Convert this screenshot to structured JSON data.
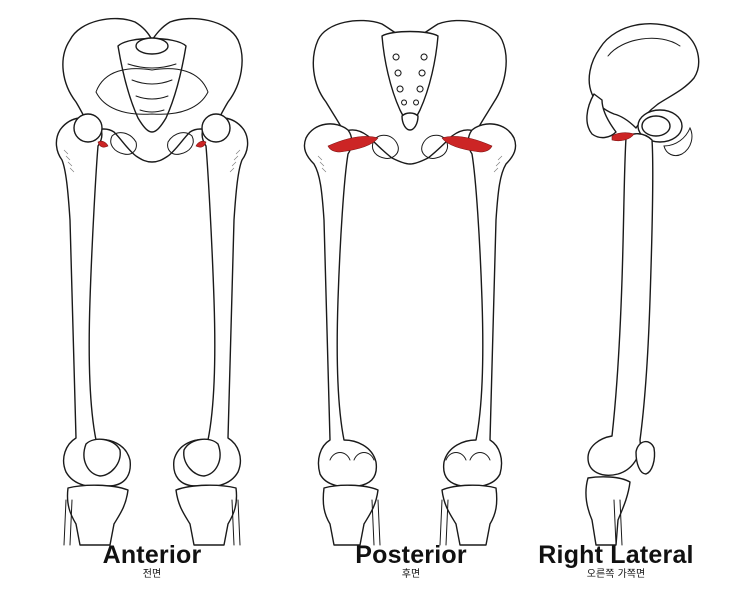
{
  "muscle_color": "#cc2525",
  "views": [
    {
      "title": "Anterior",
      "subtitle": "전면"
    },
    {
      "title": "Posterior",
      "subtitle": "후면"
    },
    {
      "title": "Right Lateral",
      "subtitle": "오른쪽 가쪽면"
    }
  ]
}
